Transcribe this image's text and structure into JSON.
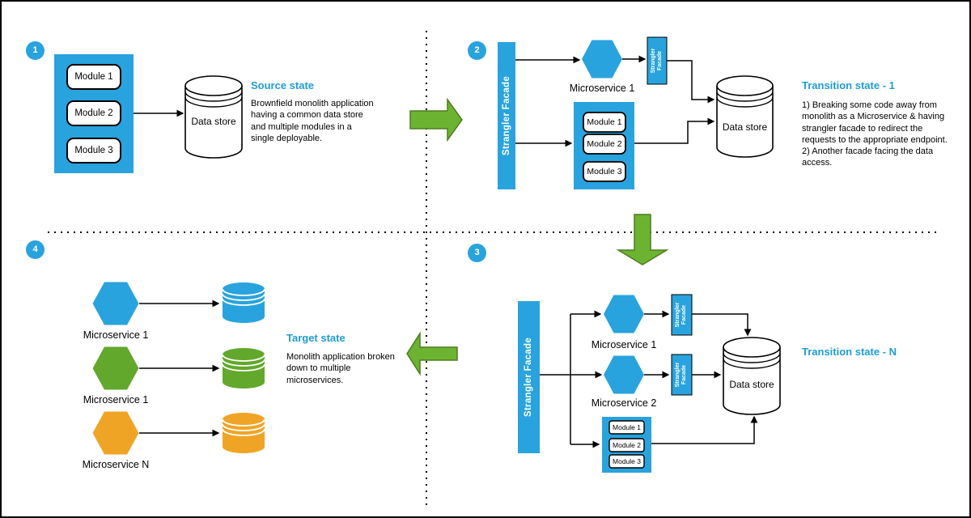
{
  "colors": {
    "primary_blue": "#29A3DD",
    "heading_blue": "#1E9CD8",
    "green": "#62A82C",
    "arrow_green": "#6CB331",
    "orange": "#F0A426"
  },
  "quadrant1": {
    "number": "1",
    "modules": [
      "Module 1",
      "Module 2",
      "Module 3"
    ],
    "datastore_label": "Data store",
    "heading": "Source state",
    "description": "Brownfield monolith application having a common data store and multiple modules in a single deployable."
  },
  "quadrant2": {
    "number": "2",
    "bar_label": "Strangler Facade",
    "microservice1_label": "Microservice 1",
    "facade_label": "Strangler Facade",
    "modules": [
      "Module 1",
      "Module 2",
      "Module 3"
    ],
    "datastore_label": "Data store",
    "heading": "Transition state - 1",
    "description": [
      "1) Breaking some code away from monolith as a Microservice & having strangler facade to redirect the requests to the appropriate endpoint.",
      "2) Another facade facing the data access."
    ]
  },
  "quadrant3": {
    "number": "3",
    "bar_label": "Strangler Facade",
    "microservice1_label": "Microservice 1",
    "microservice2_label": "Microservice 2",
    "facade1_label": "Strangler Facade",
    "facade2_label": "Strangler Facade",
    "modules": [
      "Module 1",
      "Module 2",
      "Module 3"
    ],
    "datastore_label": "Data store",
    "heading": "Transition state - N"
  },
  "quadrant4": {
    "number": "4",
    "services": [
      {
        "label": "Microservice 1",
        "color": "#29A3DD"
      },
      {
        "label": "Microservice 1",
        "color": "#62A82C"
      },
      {
        "label": "Microservice N",
        "color": "#F0A426"
      }
    ],
    "heading": "Target state",
    "description": "Monolith application broken down to multiple microservices."
  }
}
